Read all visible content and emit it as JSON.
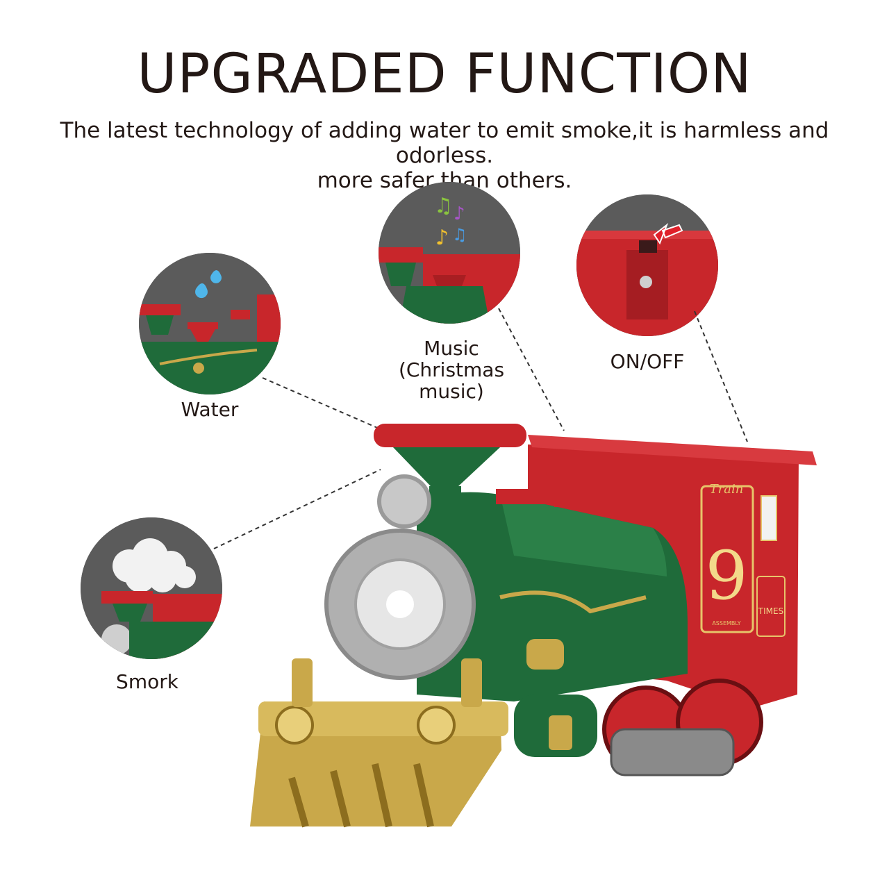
{
  "header": {
    "title": "UPGRADED FUNCTION",
    "subtitle_line1": "The latest technology of adding water to emit smoke,it is harmless and odorless.",
    "subtitle_line2": "more safer than others."
  },
  "features": {
    "water": "Water",
    "music_line1": "Music",
    "music_line2": "(Christmas",
    "music_line3": "music)",
    "onoff": "ON/OFF",
    "smoke": "Smork"
  },
  "train": {
    "brand_text": "Train",
    "number": "9",
    "badge_text": "TIMES",
    "small_text": "ASSEMBLY"
  },
  "colors": {
    "train_red": "#c8262b",
    "train_green": "#1f6b3a",
    "gold": "#c9a84a",
    "silver": "#c8c8c8",
    "circle_bg": "#5c5c5c"
  }
}
